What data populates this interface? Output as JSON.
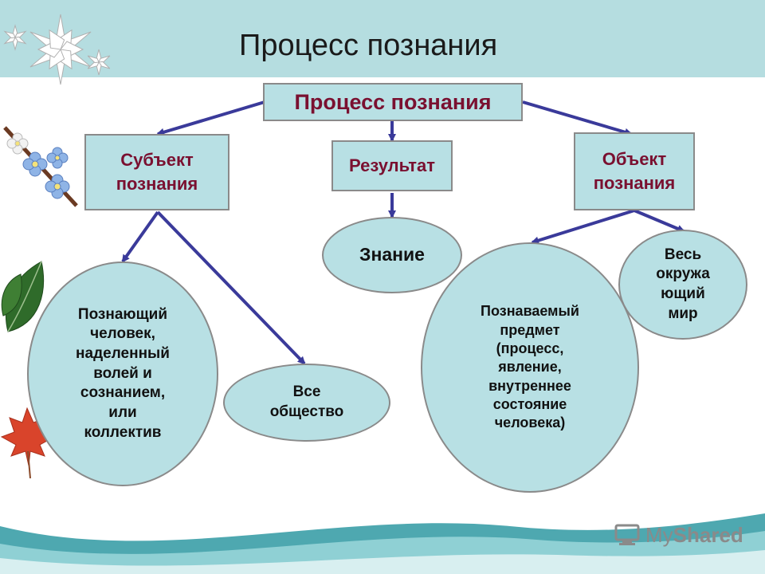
{
  "title": "Процесс познания",
  "nodes": {
    "root": "Процесс познания",
    "subject": "Субъект\nпознания",
    "result": "Результат",
    "object": "Объект\nпознания",
    "knowledge": "Знание",
    "person": "Познающий\nчеловек,\nнаделенный\nволей и\nсознанием,\nили\nколлектив",
    "society": "Все\nобщество",
    "item": "Познаваемый\nпредмет\n(процесс,\nявление,\nвнутреннее\nсостояние\nчеловека)",
    "world": "Весь\nокружа\nющий\nмир"
  },
  "watermark": {
    "brand": "MyShared",
    "brand_prefix": "My",
    "brand_suffix": "Shared"
  },
  "colors": {
    "box_fill": "#b8e0e4",
    "box_text": "#7a1030",
    "arrow": "#3a3a9a",
    "top_band": "#b5dde0"
  }
}
